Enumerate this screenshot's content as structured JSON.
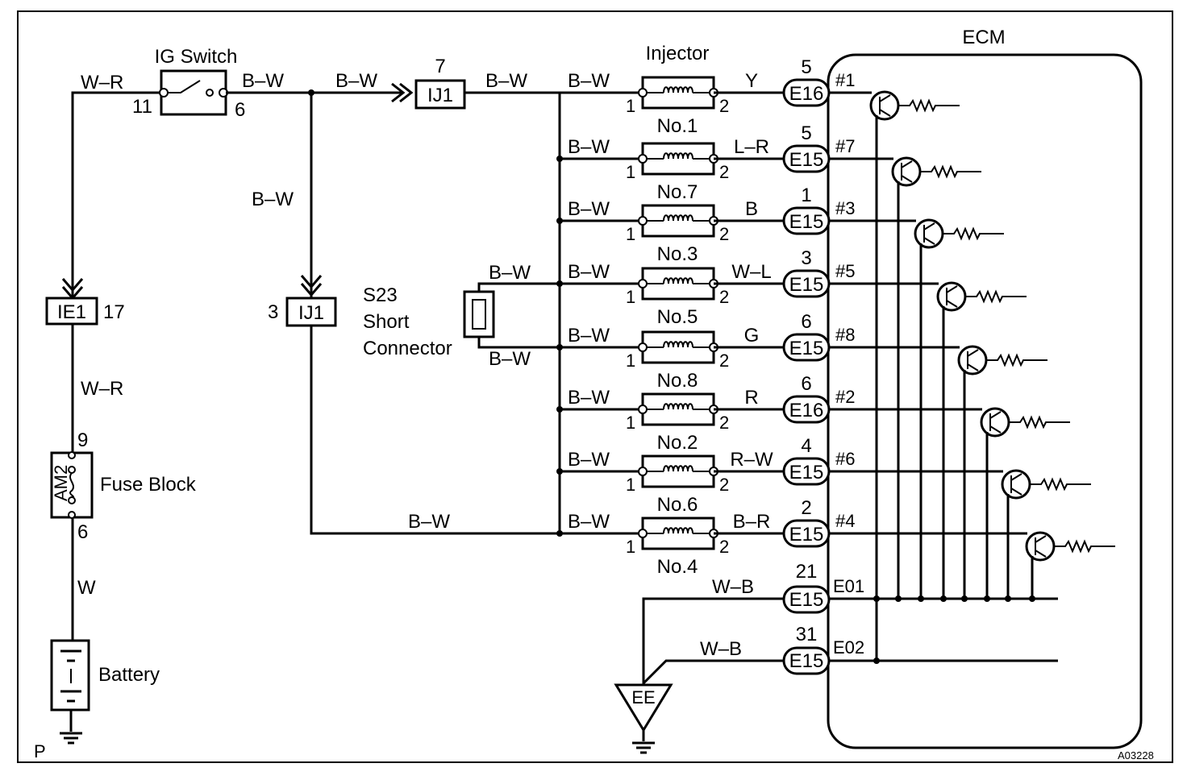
{
  "ecm": {
    "title": "ECM",
    "ground_labels": [
      "E01",
      "E02"
    ]
  },
  "ig_switch": {
    "title": "IG Switch",
    "pin_in": "11",
    "pin_out": "6"
  },
  "wires": {
    "wr_top": "W–R",
    "bw_1": "B–W",
    "bw_2": "B–W",
    "bw_3": "B–W",
    "bw_down": "B–W",
    "bw_bottom": "B–W",
    "wr_lower": "W–R",
    "w_lower": "W",
    "short_bw_top": "B–W",
    "short_bw_bottom": "B–W"
  },
  "connectors": {
    "ij1_top": {
      "label": "IJ1",
      "pin": "7"
    },
    "ij1_left": {
      "label": "IJ1",
      "pin": "3"
    },
    "ie1": {
      "label": "IE1",
      "pin": "17"
    }
  },
  "short_connector": {
    "line1": "S23",
    "line2": "Short",
    "line3": "Connector"
  },
  "fuse_block": {
    "label": "Fuse Block",
    "fuse": "AM2",
    "pin_top": "9",
    "pin_bottom": "6"
  },
  "battery": {
    "label": "Battery"
  },
  "ground_ee": {
    "label": "EE"
  },
  "injector_title": "Injector",
  "injectors": [
    {
      "wire_in": "B–W",
      "pin1": "1",
      "pin2": "2",
      "name": "No.1",
      "wire_out": "Y",
      "pin": "5",
      "conn": "E16",
      "ecm_pin": "#1"
    },
    {
      "wire_in": "B–W",
      "pin1": "1",
      "pin2": "2",
      "name": "No.7",
      "wire_out": "L–R",
      "pin": "5",
      "conn": "E15",
      "ecm_pin": "#7"
    },
    {
      "wire_in": "B–W",
      "pin1": "1",
      "pin2": "2",
      "name": "No.3",
      "wire_out": "B",
      "pin": "1",
      "conn": "E15",
      "ecm_pin": "#3"
    },
    {
      "wire_in": "B–W",
      "pin1": "1",
      "pin2": "2",
      "name": "No.5",
      "wire_out": "W–L",
      "pin": "3",
      "conn": "E15",
      "ecm_pin": "#5"
    },
    {
      "wire_in": "B–W",
      "pin1": "1",
      "pin2": "2",
      "name": "No.8",
      "wire_out": "G",
      "pin": "6",
      "conn": "E15",
      "ecm_pin": "#8"
    },
    {
      "wire_in": "B–W",
      "pin1": "1",
      "pin2": "2",
      "name": "No.2",
      "wire_out": "R",
      "pin": "6",
      "conn": "E16",
      "ecm_pin": "#2"
    },
    {
      "wire_in": "B–W",
      "pin1": "1",
      "pin2": "2",
      "name": "No.6",
      "wire_out": "R–W",
      "pin": "4",
      "conn": "E15",
      "ecm_pin": "#6"
    },
    {
      "wire_in": "B–W",
      "pin1": "1",
      "pin2": "2",
      "name": "No.4",
      "wire_out": "B–R",
      "pin": "2",
      "conn": "E15",
      "ecm_pin": "#4"
    }
  ],
  "grounds": [
    {
      "wire": "W–B",
      "pin": "21",
      "conn": "E15"
    },
    {
      "wire": "W–B",
      "pin": "31",
      "conn": "E15"
    }
  ],
  "corner_p": "P",
  "figure_code": "A03228"
}
